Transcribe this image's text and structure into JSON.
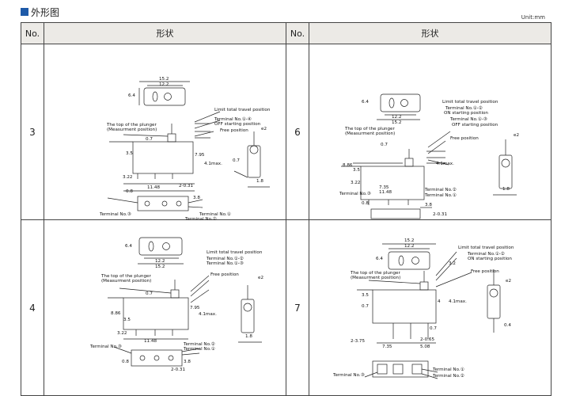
{
  "section": {
    "title": "外形图",
    "unit": "Unit:mm"
  },
  "table": {
    "col_no": "No.",
    "col_shape": "形状",
    "col_no2": "No.",
    "col_shape2": "形状"
  },
  "rows": [
    {
      "no": "3",
      "labels": {
        "limit": "Limit total travel position",
        "term14": "Terminal No.①-④",
        "off": "OFF starting position",
        "free": "Free position",
        "plunger1": "The top of the plunger",
        "plunger2": "(Measurment position)",
        "t3": "Terminal No.③",
        "t1": "Terminal No.①",
        "t2": "Terminal No.②"
      },
      "dims": [
        "15.2",
        "12.2",
        "6.4",
        "0.7",
        "3.5",
        "7.95",
        "4.1max.",
        "3.22",
        "11.48",
        "2-0.31",
        "0.8",
        "3.8",
        "0.7",
        "1.8",
        "e2"
      ]
    },
    {
      "no": "6",
      "labels": {
        "limit": "Limit total travel position",
        "term12": "Terminal No.①-②",
        "on": "ON starting position",
        "term13": "Terminal No.①-③",
        "off": "OFF starting position",
        "free": "Free position",
        "plunger1": "The top of the plunger",
        "plunger2": "(Measurment position)",
        "t3": "Terminal No.③",
        "t2": "Terminal No.②",
        "t1": "Terminal No.①"
      },
      "dims": [
        "6.4",
        "12.2",
        "15.2",
        "0.7",
        "8.86",
        "3.5",
        "3.22",
        "7.35",
        "11.48",
        "4.1max.",
        "0.8",
        "3.8",
        "2-0.31",
        "1.8",
        "e2"
      ]
    },
    {
      "no": "4",
      "labels": {
        "limit": "Limit total travel position",
        "term12": "Terminal No.①-②",
        "term13": "Terminal No.①-③",
        "free": "Free position",
        "plunger1": "The top of the plunger",
        "plunger2": "(Measurment position)",
        "t3": "Terminal No.③",
        "t2": "Terminal No.②",
        "t1": "Terminal No.①"
      },
      "dims": [
        "6.4",
        "12.2",
        "15.2",
        "0.7",
        "8.86",
        "3.5",
        "7.95",
        "4.1max.",
        "3.22",
        "11.48",
        "0.8",
        "3.8",
        "2-0.31",
        "1.8",
        "e2"
      ]
    },
    {
      "no": "7",
      "labels": {
        "limit": "Limit total travel position",
        "term12": "Terminal No.①-②",
        "on": "ON starting position",
        "free": "Free position",
        "plunger1": "The top of the plunger",
        "plunger2": "(Measurment position)",
        "t3": "Terminal No.③",
        "t1": "Terminal No.①",
        "t2": "Terminal No.②"
      },
      "dims": [
        "15.2",
        "12.2",
        "6.4",
        "3.2",
        "3.5",
        "0.7",
        "4",
        "4.1max.",
        "0.7",
        "2-0.65",
        "7.35",
        "5.08",
        "2-3.75",
        "0.4",
        "e2"
      ]
    }
  ]
}
